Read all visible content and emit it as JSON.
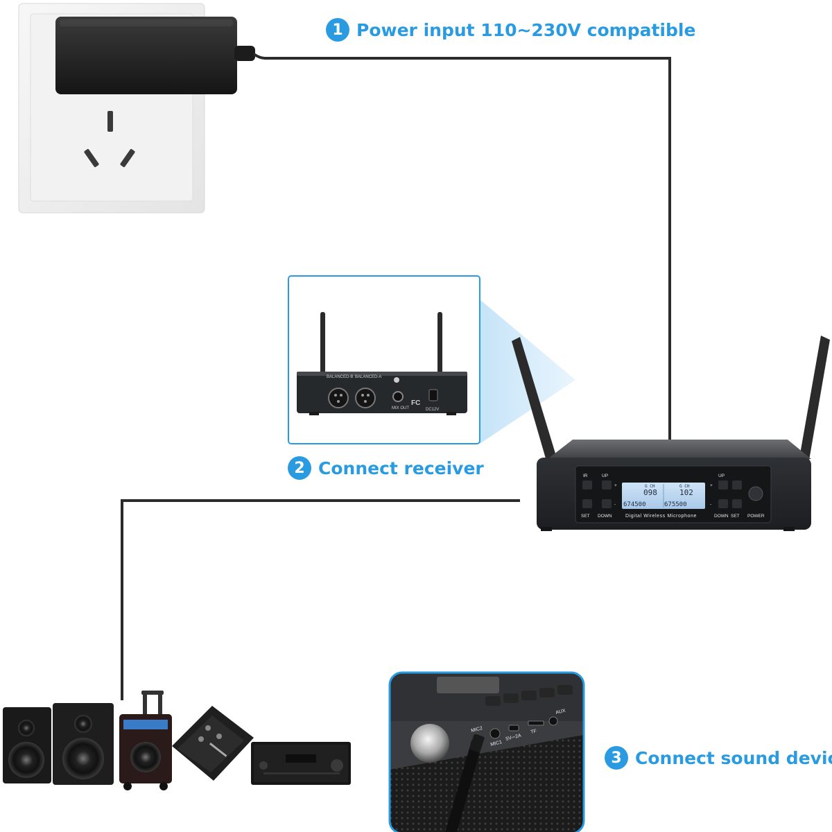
{
  "steps": [
    {
      "number": "1",
      "text": "Power input 110~230V compatible"
    },
    {
      "number": "2",
      "text": "Connect receiver"
    },
    {
      "number": "3",
      "text": "Connect sound device"
    }
  ],
  "receiver_front": {
    "left_labels": {
      "ir": "IR",
      "up": "UP",
      "set": "SET",
      "down": "DOWN",
      "plus": "+",
      "minus": "-"
    },
    "right_labels": {
      "up": "UP",
      "down": "DOWN",
      "set": "SET",
      "plus": "+",
      "minus": "-"
    },
    "power_label": "POWER",
    "brand_line": "Digital Wireless Microphone",
    "lcd": {
      "left_ch": "098",
      "right_ch": "102",
      "left_freq": "674500",
      "right_freq": "675500",
      "ch_tag": "G  CH"
    }
  },
  "receiver_back": {
    "balanced_b": "BALANCED-B",
    "balanced_a": "BALANCED-A",
    "mix_out": "MIX OUT",
    "fc_mark": "FC",
    "dc_in": "DC12V"
  },
  "sound_device_panel": {
    "mic2": "MIC2",
    "mic1": "MIC1",
    "usb_power": "5V⎓2A",
    "tf": "TF",
    "aux": "AUX"
  },
  "colors": {
    "accent": "#2a9be0",
    "cable": "#2b2b2b",
    "device_body": "#2a2d31"
  }
}
